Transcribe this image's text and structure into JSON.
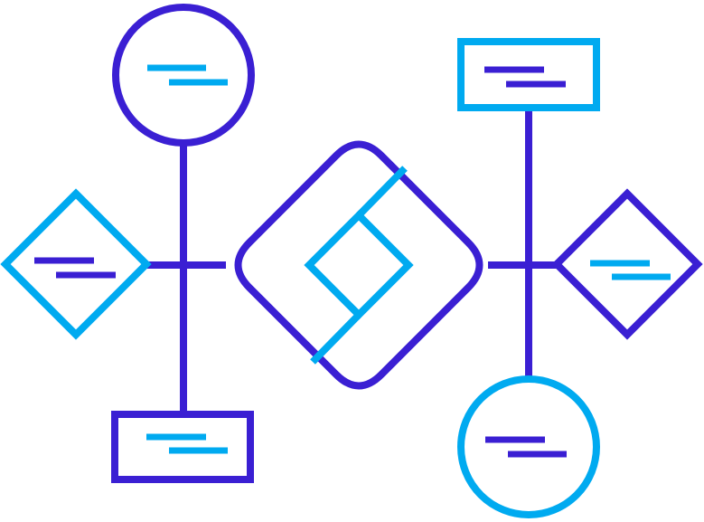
{
  "colors": {
    "primary": "#3a1fd3",
    "accent": "#00aaf0",
    "background": "#ffffff"
  },
  "diagram": {
    "hub": {
      "shape": "rounded-diamond",
      "stroke": "primary",
      "inner_shape": "diamond",
      "inner_stroke": "accent"
    },
    "left_cluster": {
      "top_node": {
        "shape": "circle",
        "border": "primary",
        "text_lines": "accent",
        "text_lines_count": 2
      },
      "left_node": {
        "shape": "diamond",
        "border": "accent",
        "text_lines": "primary",
        "text_lines_count": 2
      },
      "bottom_node": {
        "shape": "rectangle",
        "border": "primary",
        "text_lines": "accent",
        "text_lines_count": 2
      }
    },
    "right_cluster": {
      "top_node": {
        "shape": "rectangle",
        "border": "accent",
        "text_lines": "primary",
        "text_lines_count": 2
      },
      "right_node": {
        "shape": "diamond",
        "border": "primary",
        "text_lines": "accent",
        "text_lines_count": 2
      },
      "bottom_node": {
        "shape": "circle",
        "border": "accent",
        "text_lines": "primary",
        "text_lines_count": 2
      }
    },
    "text": "placeholder-lines-only"
  }
}
